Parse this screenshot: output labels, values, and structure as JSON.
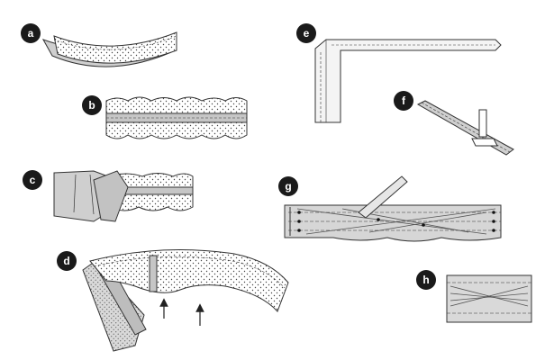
{
  "colors": {
    "badge": "#1a1a1a",
    "badge_text": "#ffffff",
    "outline": "#333333",
    "fabric_gray": "#d0d0d0",
    "fabric_mid": "#bdbdbd",
    "fabric_light": "#e6e6e6",
    "background": "#ffffff"
  },
  "steps": [
    {
      "label": "a"
    },
    {
      "label": "b"
    },
    {
      "label": "c"
    },
    {
      "label": "d"
    },
    {
      "label": "e"
    },
    {
      "label": "f"
    },
    {
      "label": "g"
    },
    {
      "label": "h"
    }
  ],
  "icons": {
    "arrow": "up-arrow-icon",
    "machine": "sewing-machine-needle-icon"
  }
}
